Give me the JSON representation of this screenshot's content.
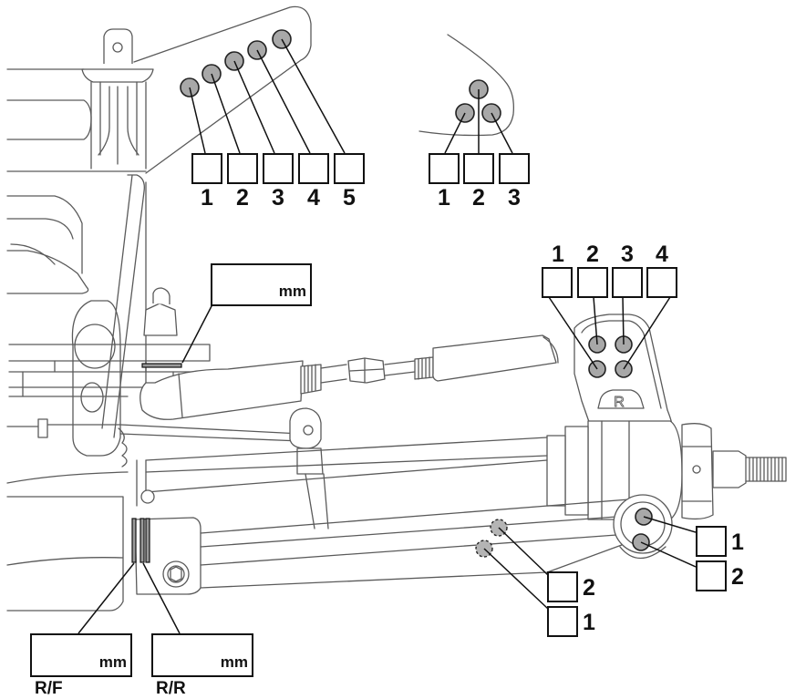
{
  "diagram": {
    "title": "Suspension setup sheet",
    "shock_tower_upper": {
      "positions": [
        "1",
        "2",
        "3",
        "4",
        "5"
      ],
      "values": [
        "",
        "",
        "",
        "",
        ""
      ]
    },
    "chassis_mount": {
      "positions": [
        "1",
        "2",
        "3"
      ],
      "values": [
        "",
        "",
        ""
      ]
    },
    "camber_link_hub": {
      "positions": [
        "1",
        "2",
        "3",
        "4"
      ],
      "values": [
        "",
        "",
        "",
        ""
      ]
    },
    "camber_link_shim": {
      "value": "",
      "unit": "mm"
    },
    "hub_side": {
      "marking": "R"
    },
    "lower_arm_outer": {
      "positions": [
        "1",
        "2"
      ],
      "values": [
        "",
        ""
      ]
    },
    "lower_arm_inner": {
      "positions": [
        "2",
        "1"
      ],
      "values": [
        "",
        ""
      ]
    },
    "pivot_spacers": [
      {
        "label": "R/F",
        "value": "",
        "unit": "mm"
      },
      {
        "label": "R/R",
        "value": "",
        "unit": "mm"
      }
    ],
    "colors": {
      "line": "#5a5a5a",
      "hole_fill": "#a8a8a8",
      "ink": "#111111"
    }
  }
}
